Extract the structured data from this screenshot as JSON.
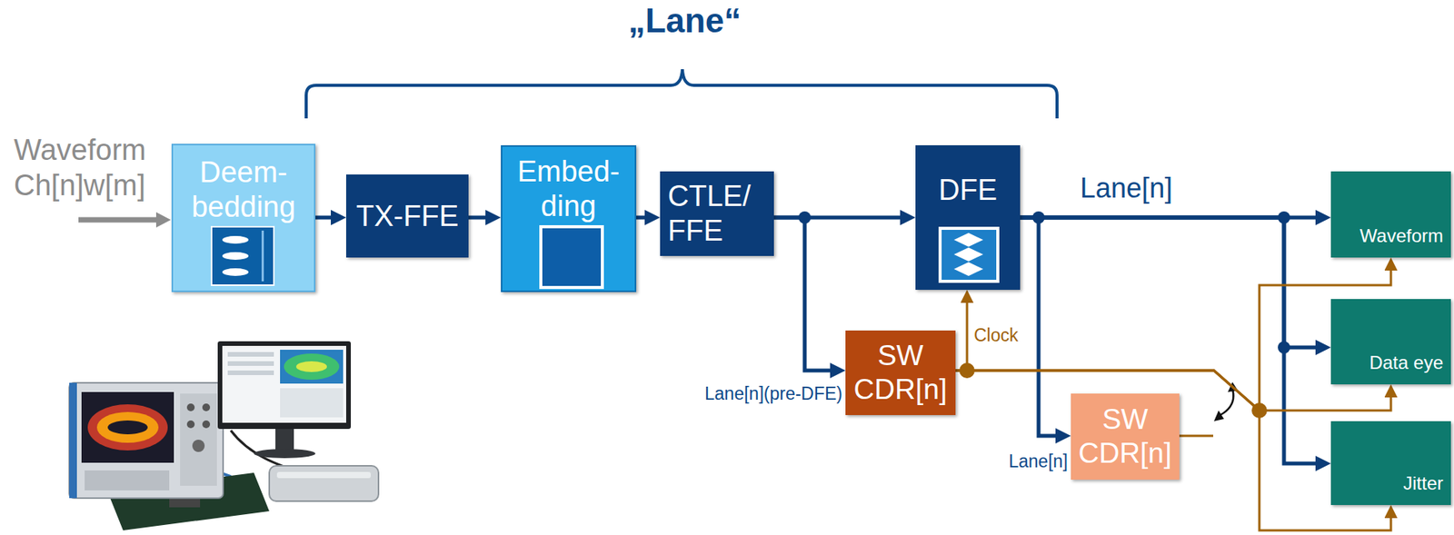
{
  "diagram": {
    "nodes": [
      {
        "text": [
          "Deem- bedding"
        ]
      },
      {
        "text": [
          "TX-FFE"
        ]
      },
      {
        "text": [
          "Embed- ding"
        ]
      },
      {
        "text": [
          "CTLE/ FFE"
        ]
      },
      {
        "text": [
          "DFE"
        ]
      },
      {
        "text": [
          "SW CDR[n]"
        ]
      },
      {
        "text": [
          "SW CDR[n]"
        ]
      },
      {
        "text": [
          "Waveform"
        ]
      },
      {
        "text": [
          "Data eye"
        ]
      },
      {
        "text": [
          "Jitter"
        ]
      }
    ],
    "edges": [
      {
        "from": 0,
        "to": 1,
        "arrow": "to"
      },
      {
        "from": 1,
        "to": 2,
        "arrow": "to"
      },
      {
        "from": 2,
        "to": 3,
        "arrow": "to"
      },
      {
        "from": 3,
        "to": 4,
        "arrow": "to"
      },
      {
        "from": 3,
        "to": 5,
        "arrow": "to"
      },
      {
        "from": 4,
        "to": 7,
        "arrow": "to"
      },
      {
        "from": 4,
        "to": 6,
        "arrow": "to"
      },
      {
        "from": 4,
        "to": 8,
        "arrow": "to"
      },
      {
        "from": 4,
        "to": 9,
        "arrow": "to"
      },
      {
        "from": 5,
        "to": 4,
        "label": "Clock",
        "arrow": "to"
      },
      {
        "from": 5,
        "to": 7,
        "arrow": "to"
      },
      {
        "from": 5,
        "to": 8,
        "arrow": "to"
      },
      {
        "from": 5,
        "to": 9,
        "arrow": "to"
      }
    ],
    "labels": [
      "„Lane“",
      "Waveform Ch[n]w[m]",
      "Lane[n]",
      "Lane[n](pre-DFE)",
      "Lane[n]"
    ]
  }
}
